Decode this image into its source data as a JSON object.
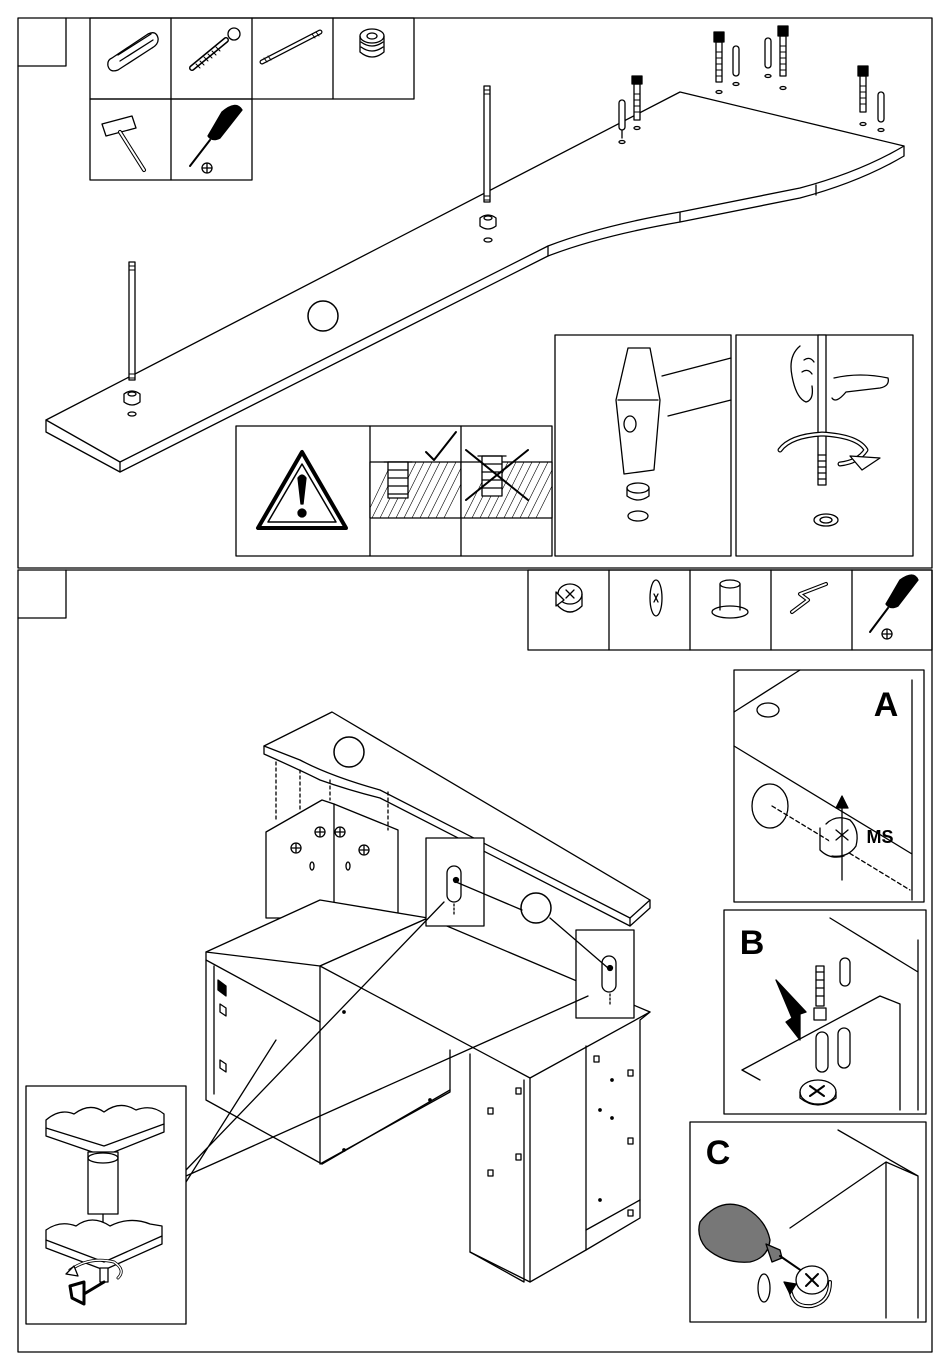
{
  "page": {
    "step1": {
      "number": "",
      "parts_icons": [
        "dowel-icon",
        "cam-bolt-icon",
        "threaded-rod-icon",
        "threaded-insert-icon"
      ],
      "tool_icons": [
        "hammer-icon",
        "phillips-screwdriver-icon"
      ],
      "warning_icon": "warning-triangle-icon",
      "correct_icon": "checkmark-icon",
      "wrong_icon": "cross-icon"
    },
    "step2": {
      "number": "",
      "parts_icons": [
        "cam-lock-icon",
        "washer-icon",
        "connector-sleeve-icon",
        "allen-key-icon",
        "phillips-screwdriver-icon"
      ],
      "detail_a": {
        "label": "A",
        "callout": "MS"
      },
      "detail_b": {
        "label": "B"
      },
      "detail_c": {
        "label": "C"
      }
    }
  }
}
